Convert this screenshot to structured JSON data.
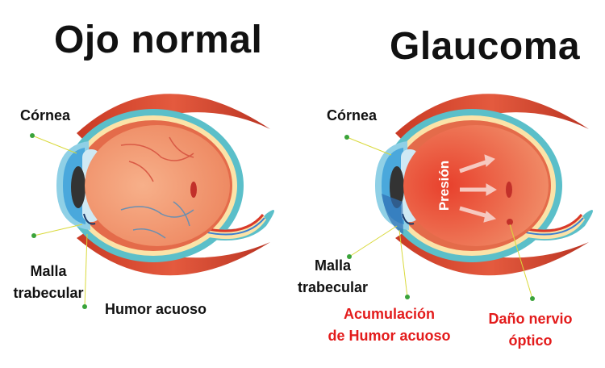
{
  "left": {
    "title": "Ojo normal",
    "labels": {
      "cornea": "Córnea",
      "malla_1": "Malla",
      "malla_2": "trabecular",
      "humor": "Humor acuoso"
    }
  },
  "right": {
    "title": "Glaucoma",
    "labels": {
      "cornea": "Córnea",
      "malla_1": "Malla",
      "malla_2": "trabecular",
      "acum_1": "Acumulación",
      "acum_2": "de Humor acuoso",
      "dano_1": "Daño nervio",
      "dano_2": "óptico",
      "presion": "Presión"
    }
  },
  "colors": {
    "label_red": "#e31b1b",
    "sclera": "#5bbfc9",
    "muscle": "#d9452f",
    "pointer_dot": "#3aa33a"
  }
}
